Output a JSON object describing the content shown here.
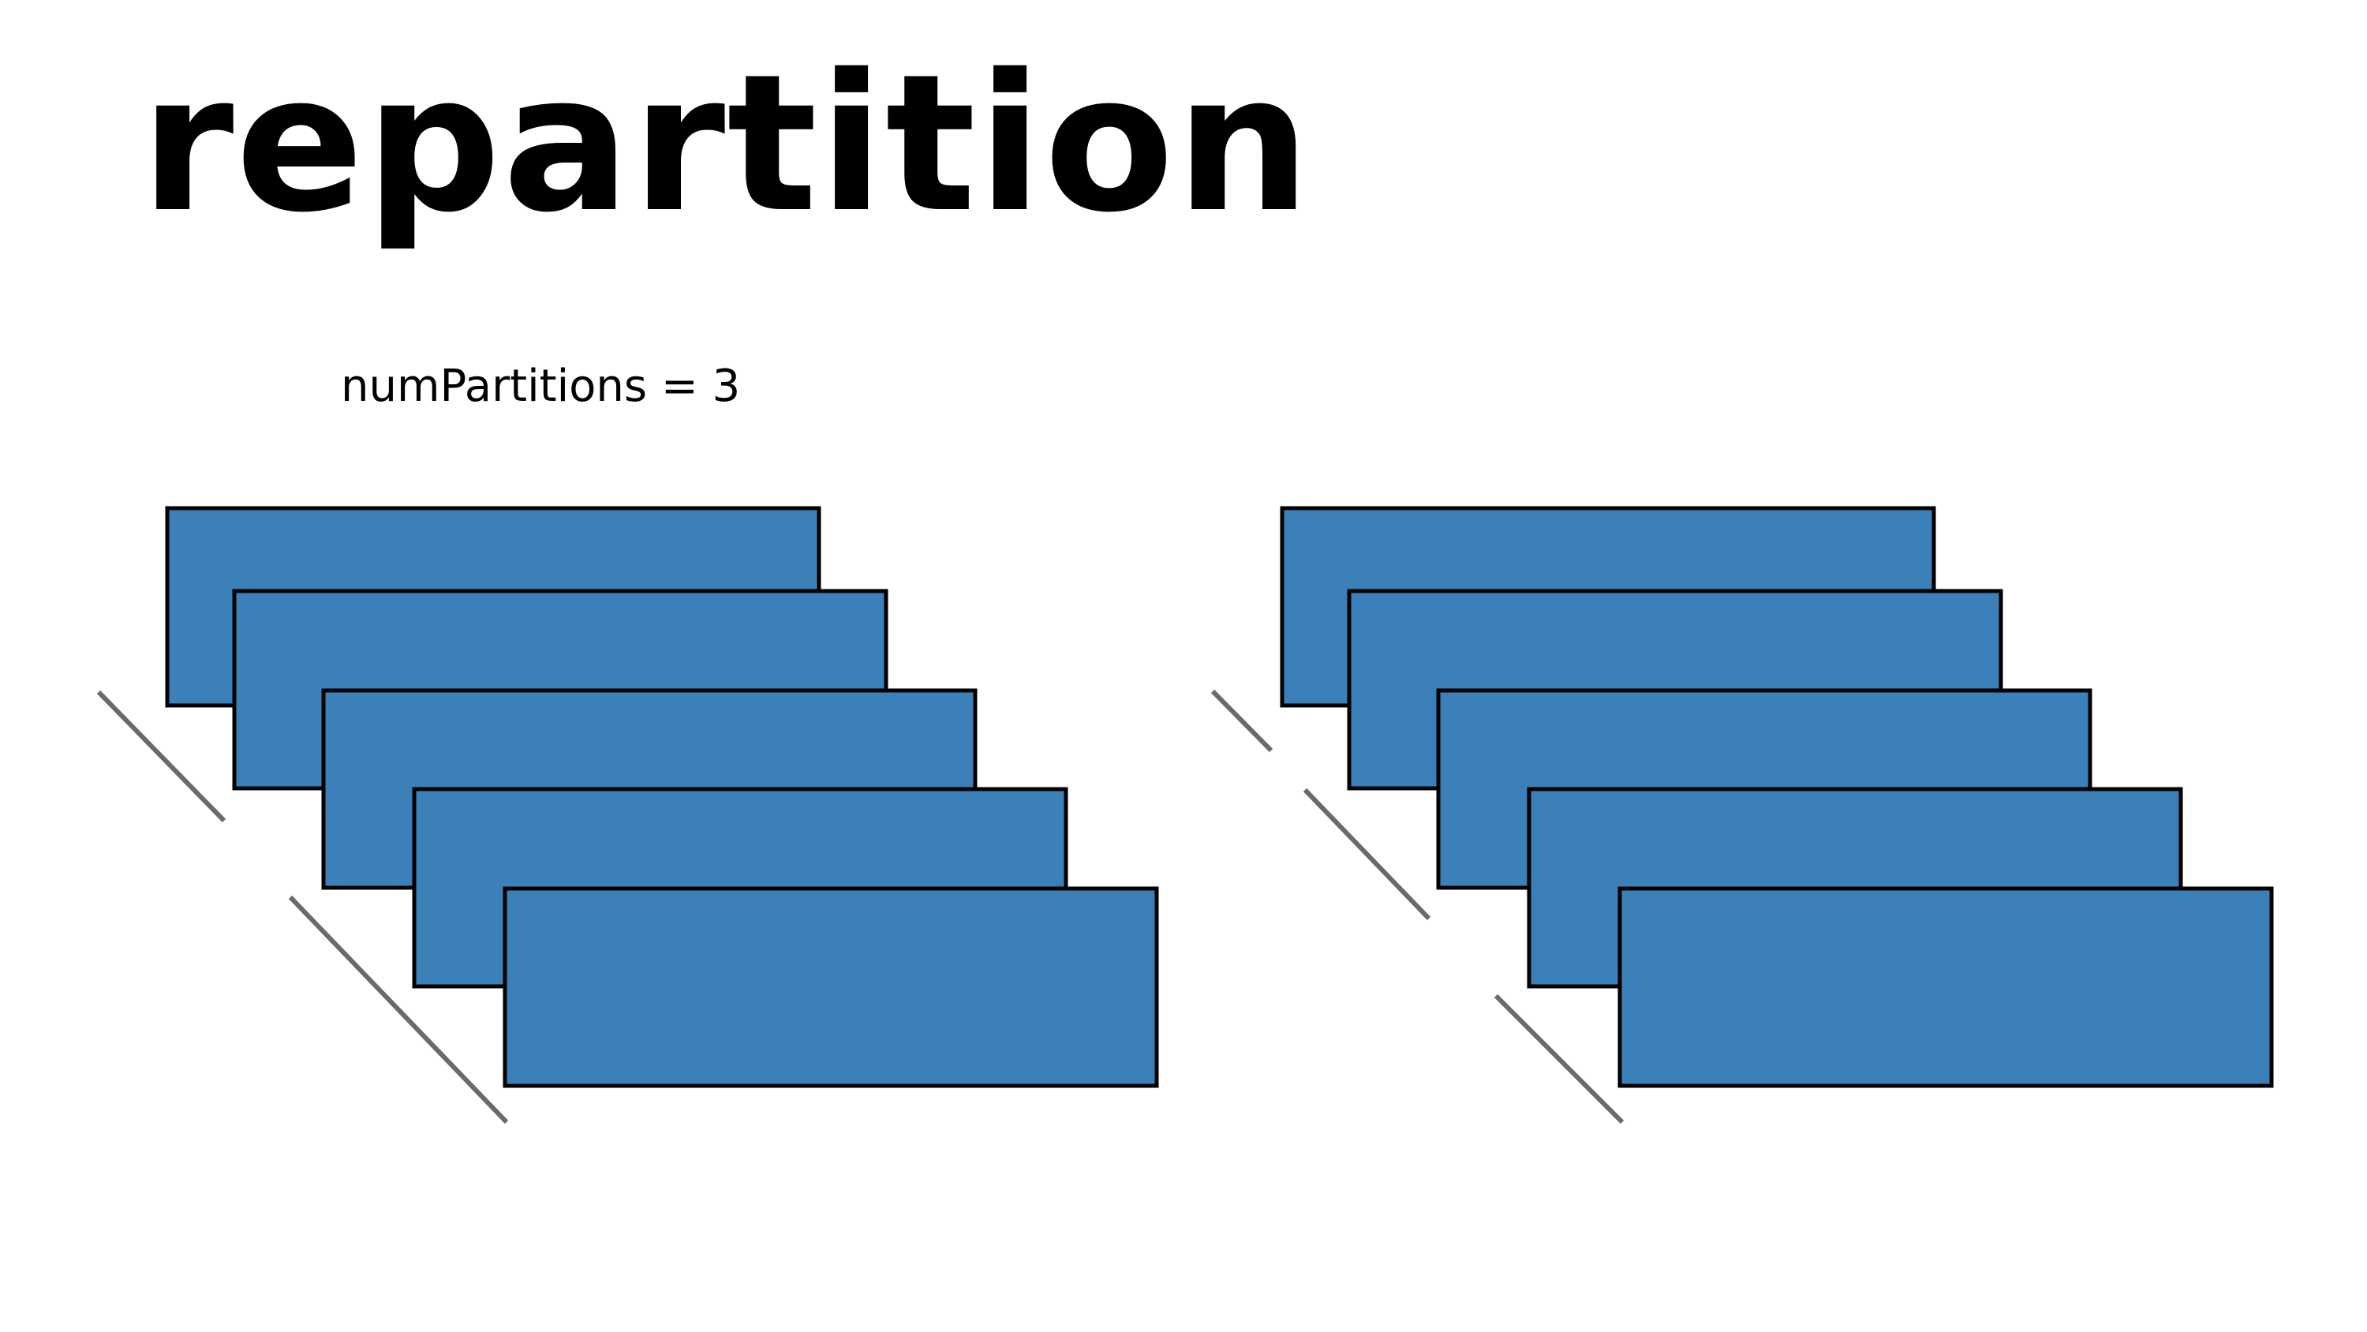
{
  "slide": {
    "title": "repartition",
    "parameter_label": "numPartitions = 3"
  },
  "colors": {
    "partition_fill": "#3b80b9",
    "partition_stroke": "#000000",
    "divider_stroke": "#6a6a6a",
    "background": "#ffffff"
  },
  "groups": [
    {
      "name": "input-partitions",
      "partition_count": 5,
      "divider_count": 2
    },
    {
      "name": "output-partitions",
      "partition_count": 5,
      "divider_count": 3
    }
  ]
}
